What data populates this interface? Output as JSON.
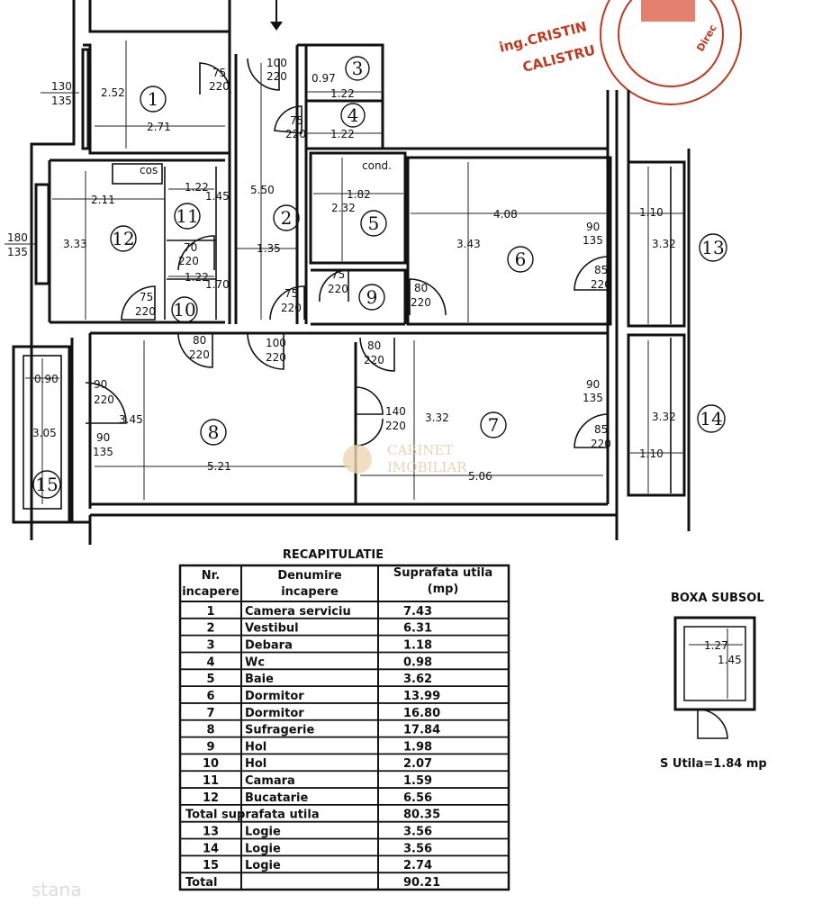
{
  "stamp": {
    "engineer": "ing.CRISTIN",
    "name": "CALISTRU",
    "ring_text": "Direc  NTIA NATIONALA DE CADA",
    "ring_text2": "Direc"
  },
  "watermark": {
    "line1": "CABINET",
    "line2": "IMOBILIAR"
  },
  "rooms": [
    {
      "id": "1"
    },
    {
      "id": "2"
    },
    {
      "id": "3"
    },
    {
      "id": "4"
    },
    {
      "id": "5"
    },
    {
      "id": "6"
    },
    {
      "id": "7"
    },
    {
      "id": "8"
    },
    {
      "id": "9"
    },
    {
      "id": "10"
    },
    {
      "id": "11"
    },
    {
      "id": "12"
    },
    {
      "id": "13"
    },
    {
      "id": "14"
    },
    {
      "id": "15"
    }
  ],
  "dimensions": [
    "2.52",
    "2.71",
    "5.50",
    "1.35",
    "0.97",
    "1.22",
    "1.22",
    "2.11",
    "3.33",
    "1.22",
    "1.45",
    "1.22",
    "1.70",
    "1.82",
    "2.32",
    "4.08",
    "3.43",
    "1.10",
    "3.32",
    "0.90",
    "3.05",
    "3.45",
    "5.21",
    "3.32",
    "5.06",
    "3.32",
    "1.10"
  ],
  "doors": [
    {
      "w": "75",
      "h": "220"
    },
    {
      "w": "100",
      "h": "220"
    },
    {
      "w": "75",
      "h": "220"
    },
    {
      "w": "70",
      "h": "220"
    },
    {
      "w": "75",
      "h": "220"
    },
    {
      "w": "75",
      "h": "220"
    },
    {
      "w": "75",
      "h": "220"
    },
    {
      "w": "80",
      "h": "220"
    },
    {
      "w": "80",
      "h": "220"
    },
    {
      "w": "100",
      "h": "220"
    },
    {
      "w": "80",
      "h": "220"
    },
    {
      "w": "90",
      "h": "135"
    },
    {
      "w": "85",
      "h": "220"
    },
    {
      "w": "90",
      "h": "220"
    },
    {
      "w": "140",
      "h": "220"
    },
    {
      "w": "90",
      "h": "135"
    },
    {
      "w": "85",
      "h": "220"
    },
    {
      "w": "90",
      "h": "135"
    },
    {
      "w": "130",
      "h": "135"
    },
    {
      "w": "180",
      "h": "135"
    }
  ],
  "labels": {
    "cos": "cos",
    "cond": "cond."
  },
  "table": {
    "title": "RECAPITULATIE",
    "headers": {
      "nr1": "Nr.",
      "nr2": "incapere",
      "den1": "Denumire",
      "den2": "incapere",
      "sup1": "Suprafata utila",
      "sup2": "(mp)"
    },
    "rows": [
      {
        "nr": "1",
        "name": "Camera serviciu",
        "area": "7.43"
      },
      {
        "nr": "2",
        "name": "Vestibul",
        "area": "6.31"
      },
      {
        "nr": "3",
        "name": "Debara",
        "area": "1.18"
      },
      {
        "nr": "4",
        "name": "Wc",
        "area": "0.98"
      },
      {
        "nr": "5",
        "name": "Baie",
        "area": "3.62"
      },
      {
        "nr": "6",
        "name": "Dormitor",
        "area": "13.99"
      },
      {
        "nr": "7",
        "name": "Dormitor",
        "area": "16.80"
      },
      {
        "nr": "8",
        "name": "Sufragerie",
        "area": "17.84"
      },
      {
        "nr": "9",
        "name": "Hol",
        "area": "1.98"
      },
      {
        "nr": "10",
        "name": "Hol",
        "area": "2.07"
      },
      {
        "nr": "11",
        "name": "Camara",
        "area": "1.59"
      },
      {
        "nr": "12",
        "name": "Bucatarie",
        "area": "6.56"
      }
    ],
    "subtotal": {
      "label": "Total suprafata utila",
      "area": "80.35"
    },
    "logie": [
      {
        "nr": "13",
        "name": "Logie",
        "area": "3.56"
      },
      {
        "nr": "14",
        "name": "Logie",
        "area": "3.56"
      },
      {
        "nr": "15",
        "name": "Logie",
        "area": "2.74"
      }
    ],
    "total": {
      "label": "Total",
      "area": "90.21"
    }
  },
  "boxa": {
    "title": "BOXA SUBSOL",
    "w": "1.27",
    "h": "1.45",
    "area": "S Utila=1.84 mp"
  },
  "footer_wm": "stana"
}
